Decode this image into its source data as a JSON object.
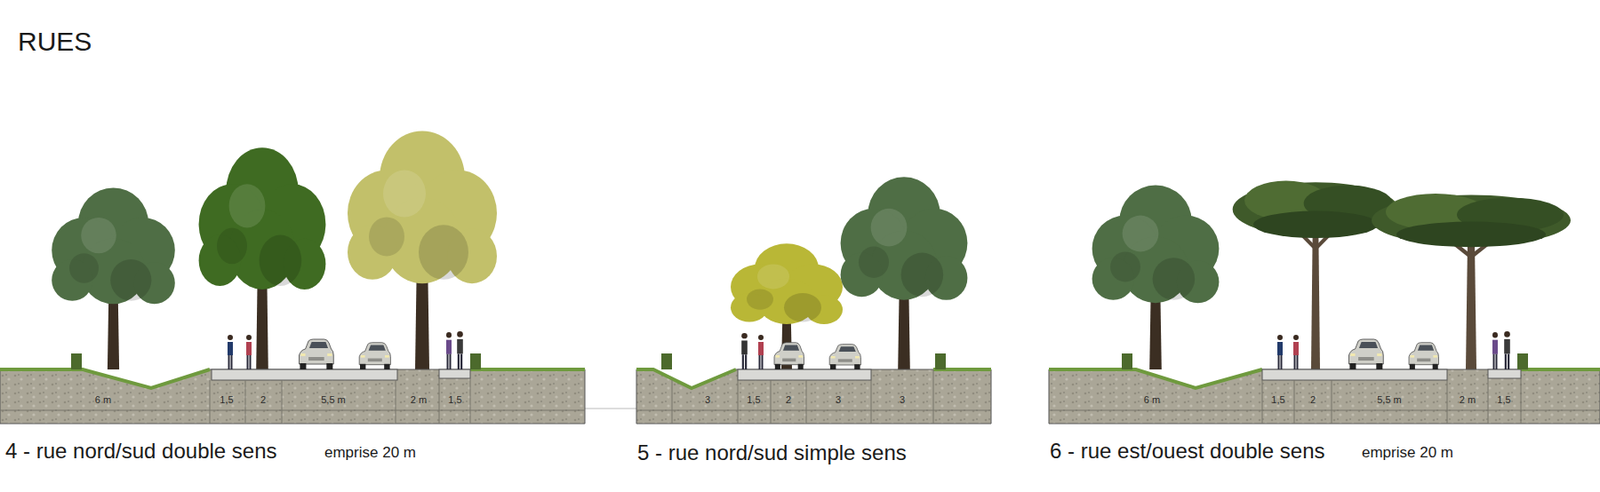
{
  "diagram": {
    "title": "RUES",
    "labels": [
      "6 m",
      "1,5",
      "2",
      "5,5 m",
      "2 m",
      "1,5",
      "4 - rue nord/sud double sens",
      "emprise 20 m",
      "3",
      "1,5",
      "2",
      "3",
      "3",
      "5 - rue nord/sud simple sens",
      "6 m",
      "1,5",
      "2",
      "5,5 m",
      "2 m",
      "1,5",
      "6 - rue est/ouest double sens",
      "emprise 20 m"
    ]
  }
}
